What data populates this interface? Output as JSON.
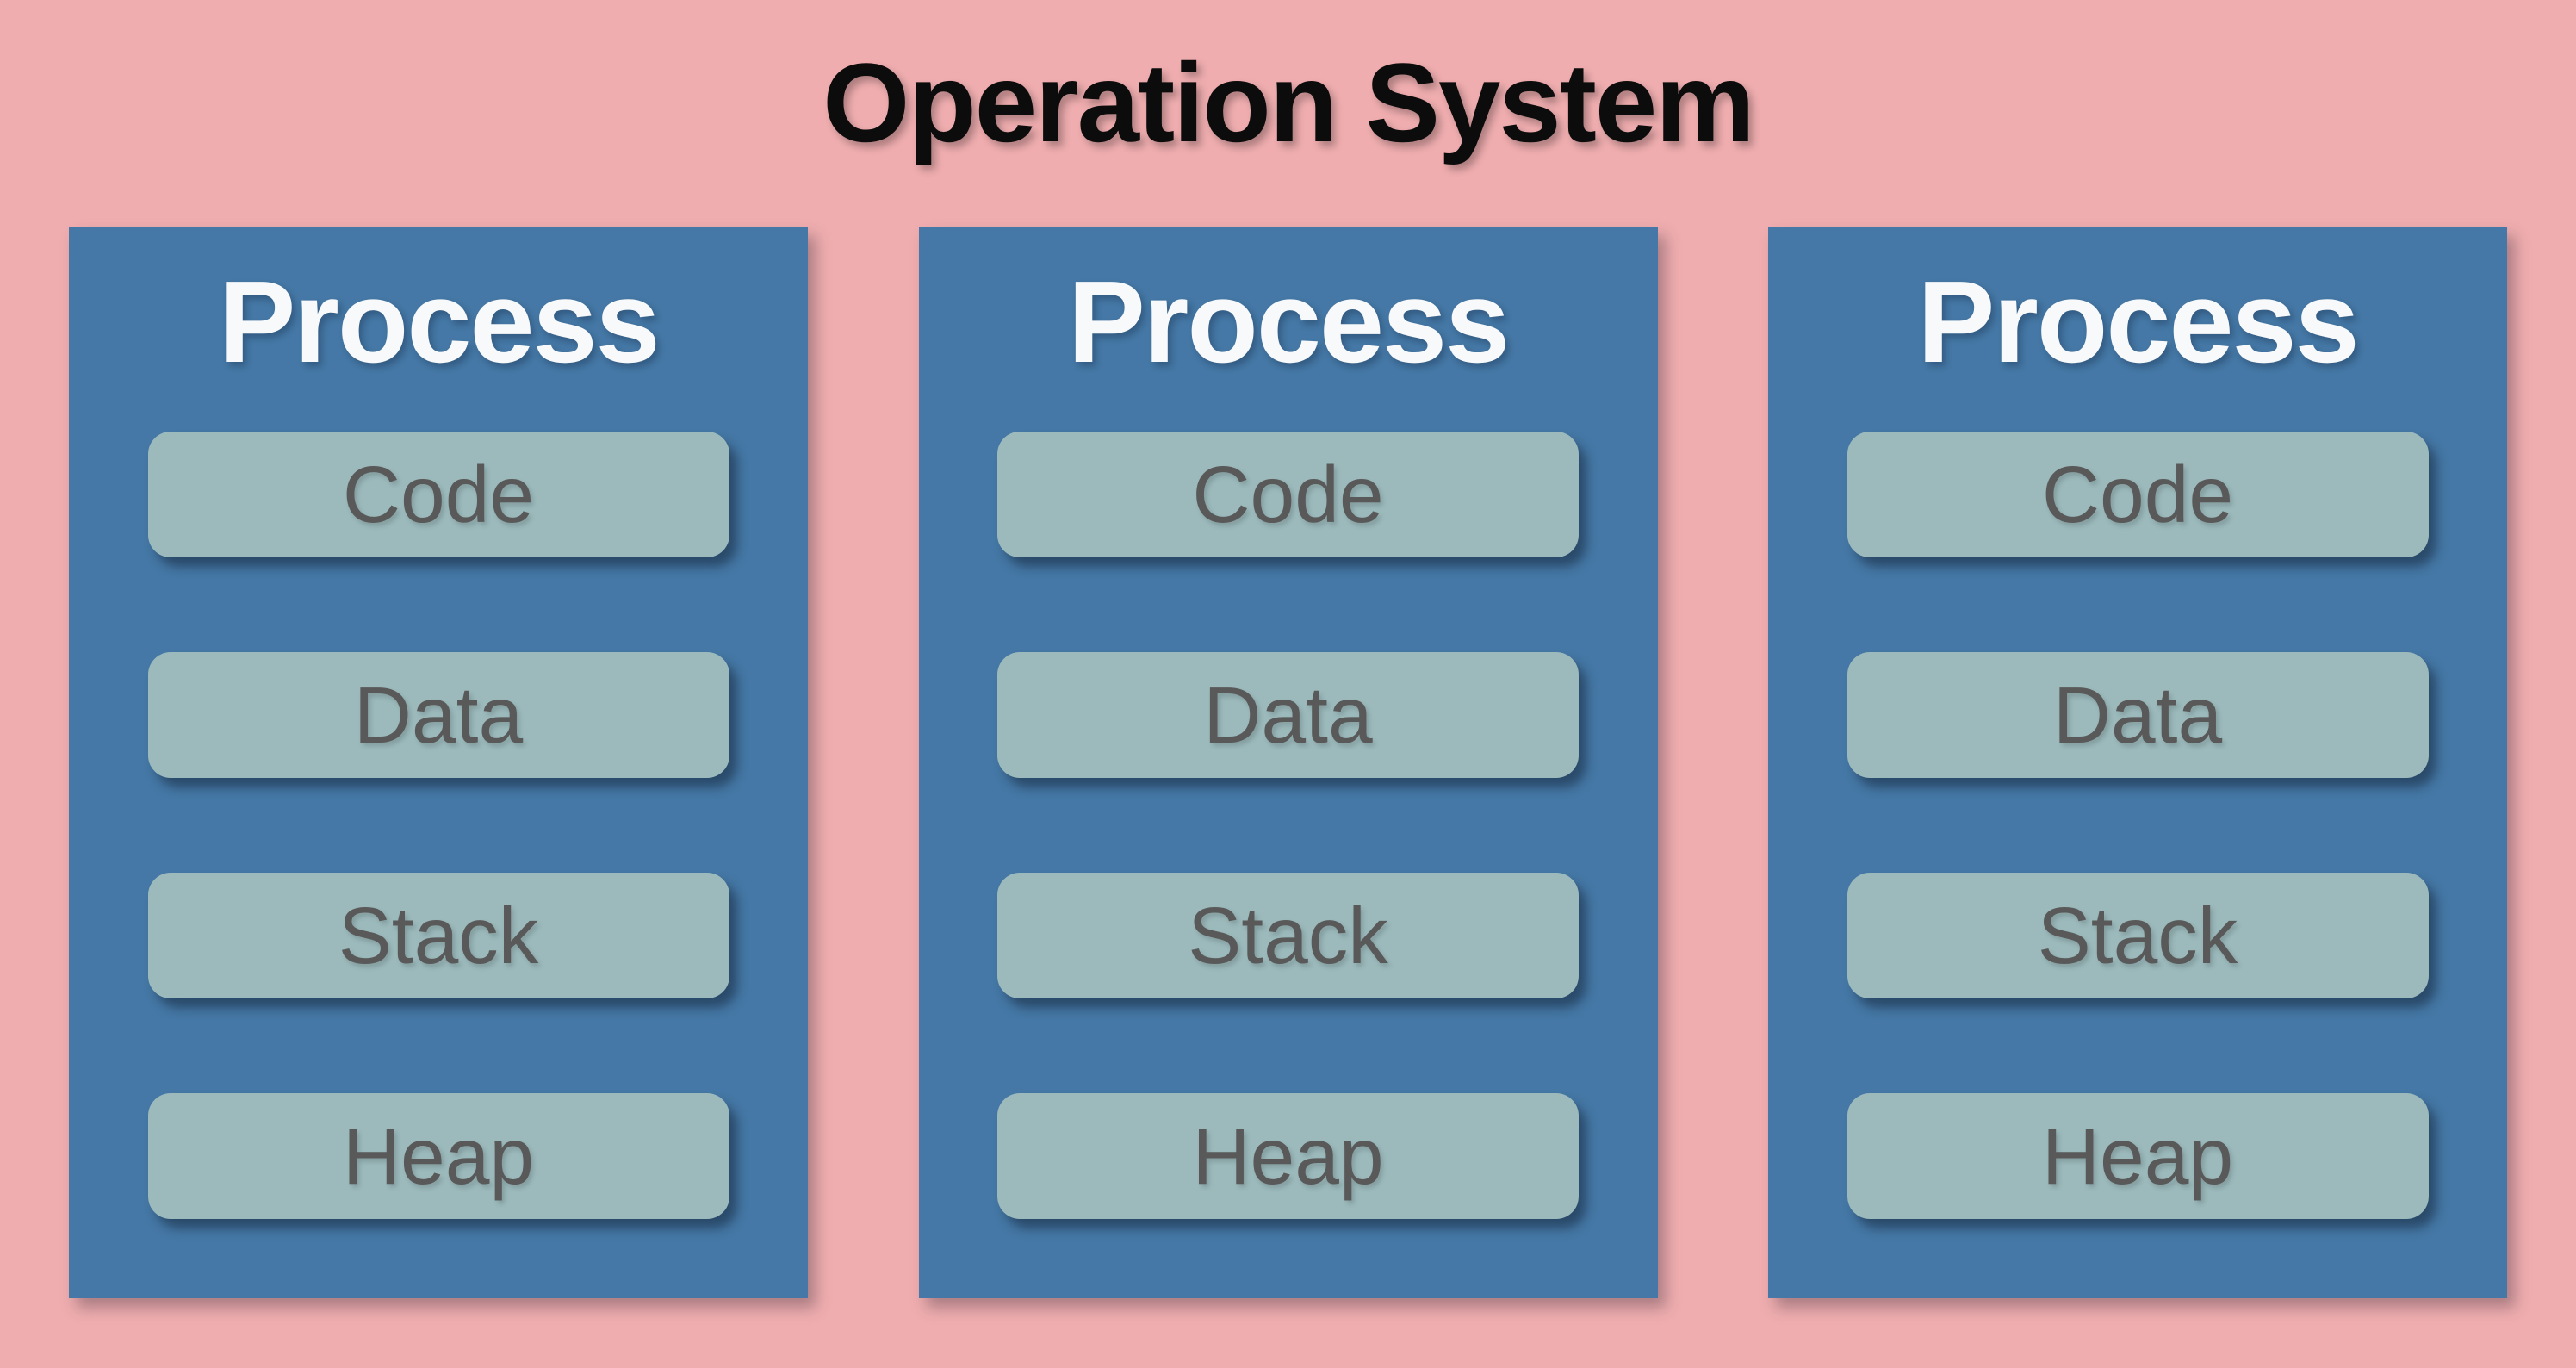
{
  "title": "Operation System",
  "colors": {
    "background": "#EFADAF",
    "process_box": "#4578A6",
    "segment_box": "#9CBABC",
    "segment_text": "#595959",
    "process_title_text": "#F8F9FA",
    "os_title_text": "#0C0C0C"
  },
  "processes": [
    {
      "title": "Process",
      "segments": [
        "Code",
        "Data",
        "Stack",
        "Heap"
      ]
    },
    {
      "title": "Process",
      "segments": [
        "Code",
        "Data",
        "Stack",
        "Heap"
      ]
    },
    {
      "title": "Process",
      "segments": [
        "Code",
        "Data",
        "Stack",
        "Heap"
      ]
    }
  ]
}
